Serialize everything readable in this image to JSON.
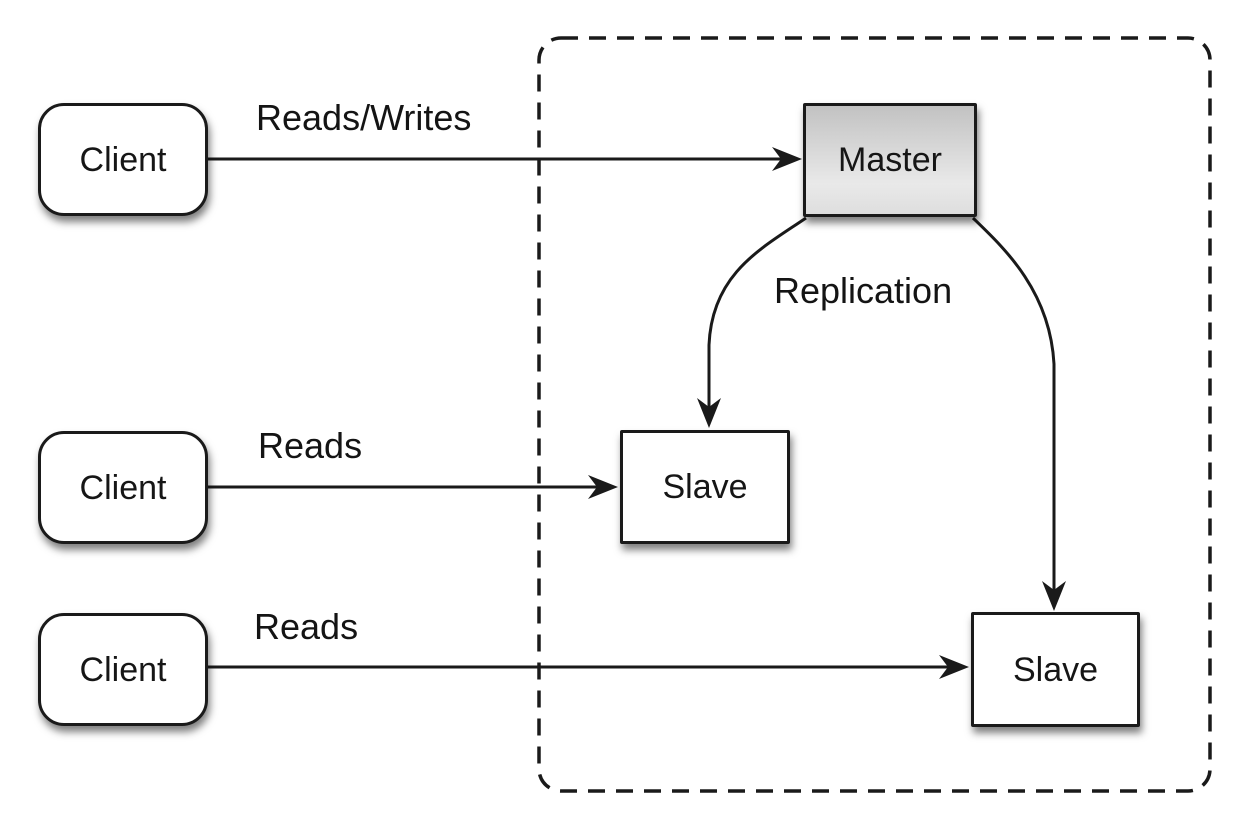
{
  "nodes": {
    "clients": [
      {
        "label": "Client"
      },
      {
        "label": "Client"
      },
      {
        "label": "Client"
      }
    ],
    "master": {
      "label": "Master"
    },
    "slaves": [
      {
        "label": "Slave"
      },
      {
        "label": "Slave"
      }
    ]
  },
  "edge_labels": {
    "client1_master": "Reads/Writes",
    "client2_slave1": "Reads",
    "client3_slave2": "Reads",
    "replication": "Replication"
  },
  "colors": {
    "line": "#1a1a1a",
    "text": "#141414",
    "node_fill": "#ffffff",
    "master_fill_top": "#c2c2c2",
    "master_fill_bottom": "#e9e9e9",
    "background": "#ffffff"
  }
}
